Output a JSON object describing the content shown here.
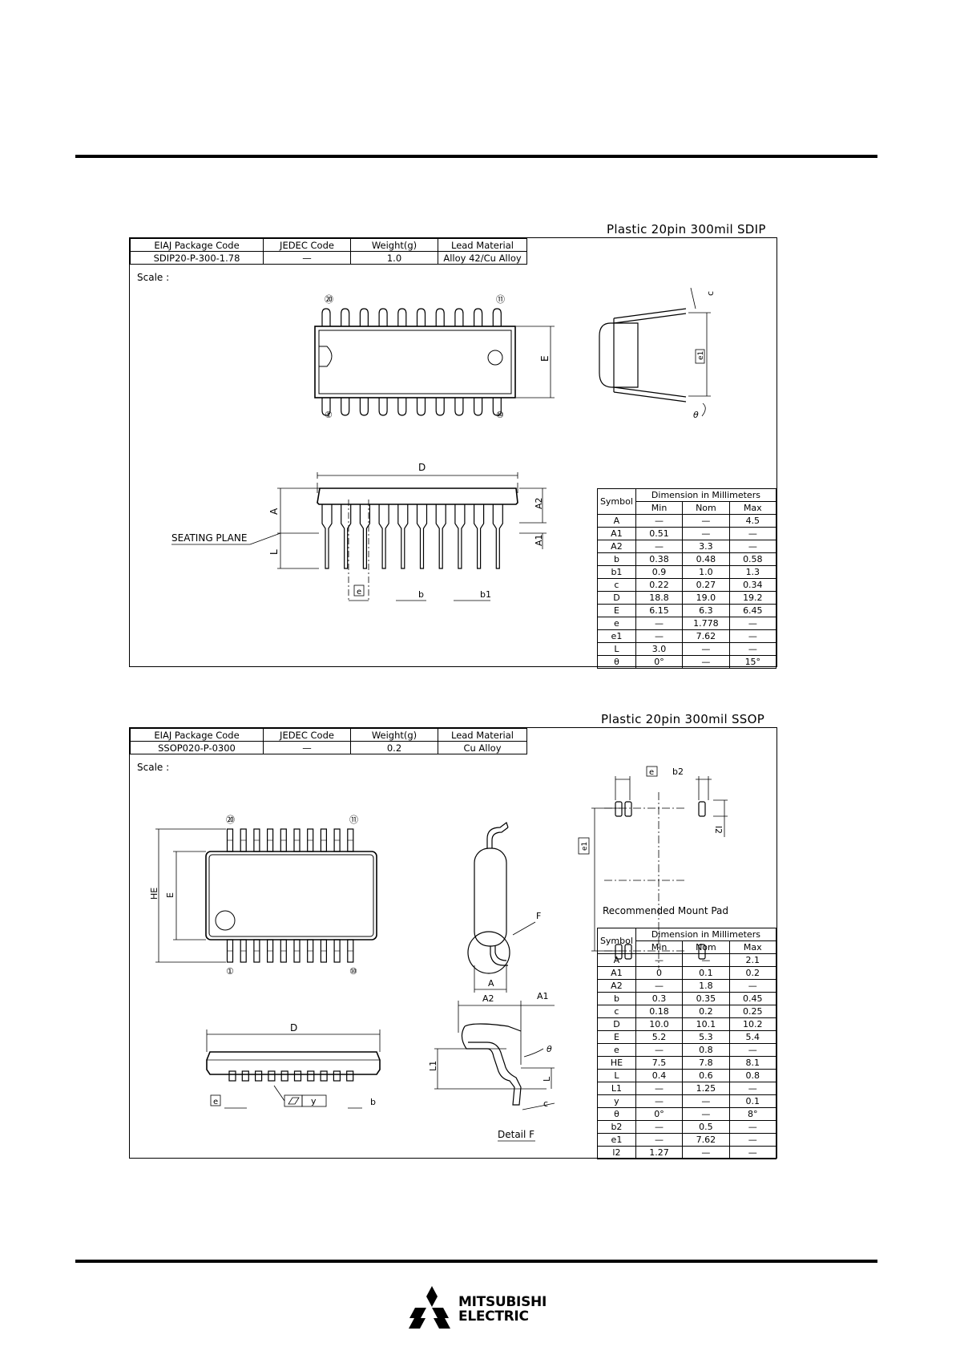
{
  "sdip": {
    "title": "Plastic 20pin 300mil SDIP",
    "info_headers": [
      "EIAJ Package Code",
      "JEDEC Code",
      "Weight(g)",
      "Lead Material"
    ],
    "info_values": [
      "SDIP20-P-300-1.78",
      "—",
      "1.0",
      "Alloy 42/Cu Alloy"
    ],
    "scale_label": "Scale :",
    "pin_labels": {
      "p20": "⑳",
      "p11": "⑪",
      "p1": "①",
      "p10": "⑩"
    },
    "dim_labels": {
      "E": "E",
      "D": "D",
      "A": "A",
      "A1": "A1",
      "A2": "A2",
      "L": "L",
      "e": "e",
      "b": "b",
      "b1": "b1",
      "c": "c",
      "e1": "e1",
      "theta": "θ"
    },
    "seating_plane": "SEATING PLANE",
    "table_header": {
      "symbol": "Symbol",
      "group": "Dimension in Millimeters",
      "min": "Min",
      "nom": "Nom",
      "max": "Max"
    },
    "rows": [
      [
        "A",
        "—",
        "—",
        "4.5"
      ],
      [
        "A1",
        "0.51",
        "—",
        "—"
      ],
      [
        "A2",
        "—",
        "3.3",
        "—"
      ],
      [
        "b",
        "0.38",
        "0.48",
        "0.58"
      ],
      [
        "b1",
        "0.9",
        "1.0",
        "1.3"
      ],
      [
        "c",
        "0.22",
        "0.27",
        "0.34"
      ],
      [
        "D",
        "18.8",
        "19.0",
        "19.2"
      ],
      [
        "E",
        "6.15",
        "6.3",
        "6.45"
      ],
      [
        "e",
        "—",
        "1.778",
        "—"
      ],
      [
        "e1",
        "—",
        "7.62",
        "—"
      ],
      [
        "L",
        "3.0",
        "—",
        "—"
      ],
      [
        "θ",
        "0°",
        "—",
        "15°"
      ]
    ]
  },
  "ssop": {
    "title": "Plastic 20pin 300mil SSOP",
    "info_headers": [
      "EIAJ Package Code",
      "JEDEC Code",
      "Weight(g)",
      "Lead Material"
    ],
    "info_values": [
      "SSOP020-P-0300",
      "—",
      "0.2",
      "Cu Alloy"
    ],
    "scale_label": "Scale :",
    "pin_labels": {
      "p20": "⑳",
      "p11": "⑪",
      "p1": "①",
      "p10": "⑩"
    },
    "dim_labels": {
      "HE": "HE",
      "E": "E",
      "D": "D",
      "A": "A",
      "A1": "A1",
      "A2": "A2",
      "L": "L",
      "L1": "L1",
      "e": "e",
      "b": "b",
      "b2": "b2",
      "c": "c",
      "e1": "e1",
      "l2": "l2",
      "y": "y",
      "F": "F",
      "theta": "θ"
    },
    "mount_pad": "Recommended Mount Pad",
    "detail_f": "Detail F",
    "table_header": {
      "symbol": "Symbol",
      "group": "Dimension in Millimeters",
      "min": "Min",
      "nom": "Nom",
      "max": "Max"
    },
    "rows": [
      [
        "A",
        "—",
        "—",
        "2.1"
      ],
      [
        "A1",
        "0",
        "0.1",
        "0.2"
      ],
      [
        "A2",
        "—",
        "1.8",
        "—"
      ],
      [
        "b",
        "0.3",
        "0.35",
        "0.45"
      ],
      [
        "c",
        "0.18",
        "0.2",
        "0.25"
      ],
      [
        "D",
        "10.0",
        "10.1",
        "10.2"
      ],
      [
        "E",
        "5.2",
        "5.3",
        "5.4"
      ],
      [
        "e",
        "—",
        "0.8",
        "—"
      ],
      [
        "HE",
        "7.5",
        "7.8",
        "8.1"
      ],
      [
        "L",
        "0.4",
        "0.6",
        "0.8"
      ],
      [
        "L1",
        "—",
        "1.25",
        "—"
      ],
      [
        "y",
        "—",
        "—",
        "0.1"
      ],
      [
        "θ",
        "0°",
        "—",
        "8°"
      ],
      [
        "b2",
        "—",
        "0.5",
        "—"
      ],
      [
        "e1",
        "—",
        "7.62",
        "—"
      ],
      [
        "l2",
        "1.27",
        "—",
        "—"
      ]
    ]
  },
  "footer": {
    "brand_line1": "MITSUBISHI",
    "brand_line2": "ELECTRIC"
  }
}
